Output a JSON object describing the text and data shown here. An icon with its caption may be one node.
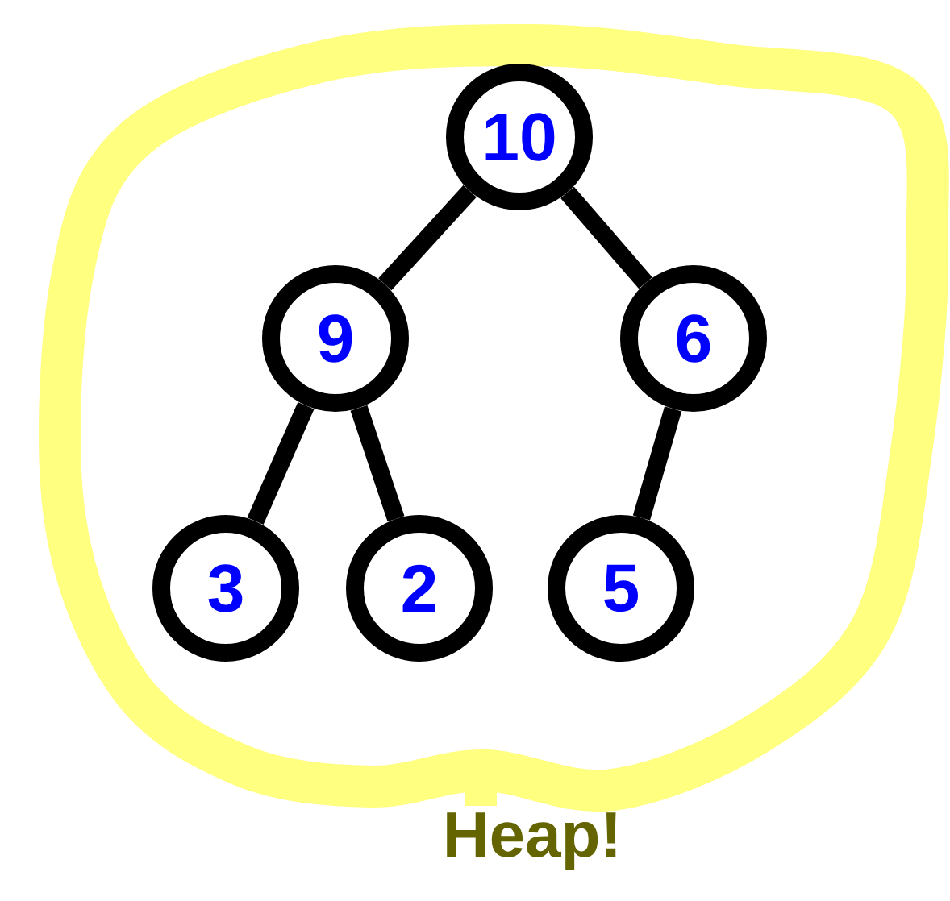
{
  "diagram": {
    "nodes": [
      {
        "text": [
          "10"
        ]
      },
      {
        "text": [
          "9"
        ]
      },
      {
        "text": [
          "6"
        ]
      },
      {
        "text": [
          "3"
        ]
      },
      {
        "text": [
          "2"
        ]
      },
      {
        "text": [
          "5"
        ]
      }
    ],
    "edges": [
      {
        "from": 0,
        "to": 1,
        "arrow": "none"
      },
      {
        "from": 0,
        "to": 2,
        "arrow": "none"
      },
      {
        "from": 1,
        "to": 3,
        "arrow": "none"
      },
      {
        "from": 1,
        "to": 4,
        "arrow": "none"
      },
      {
        "from": 2,
        "to": 5,
        "arrow": "none"
      }
    ],
    "labels": [
      "Heap!"
    ]
  }
}
